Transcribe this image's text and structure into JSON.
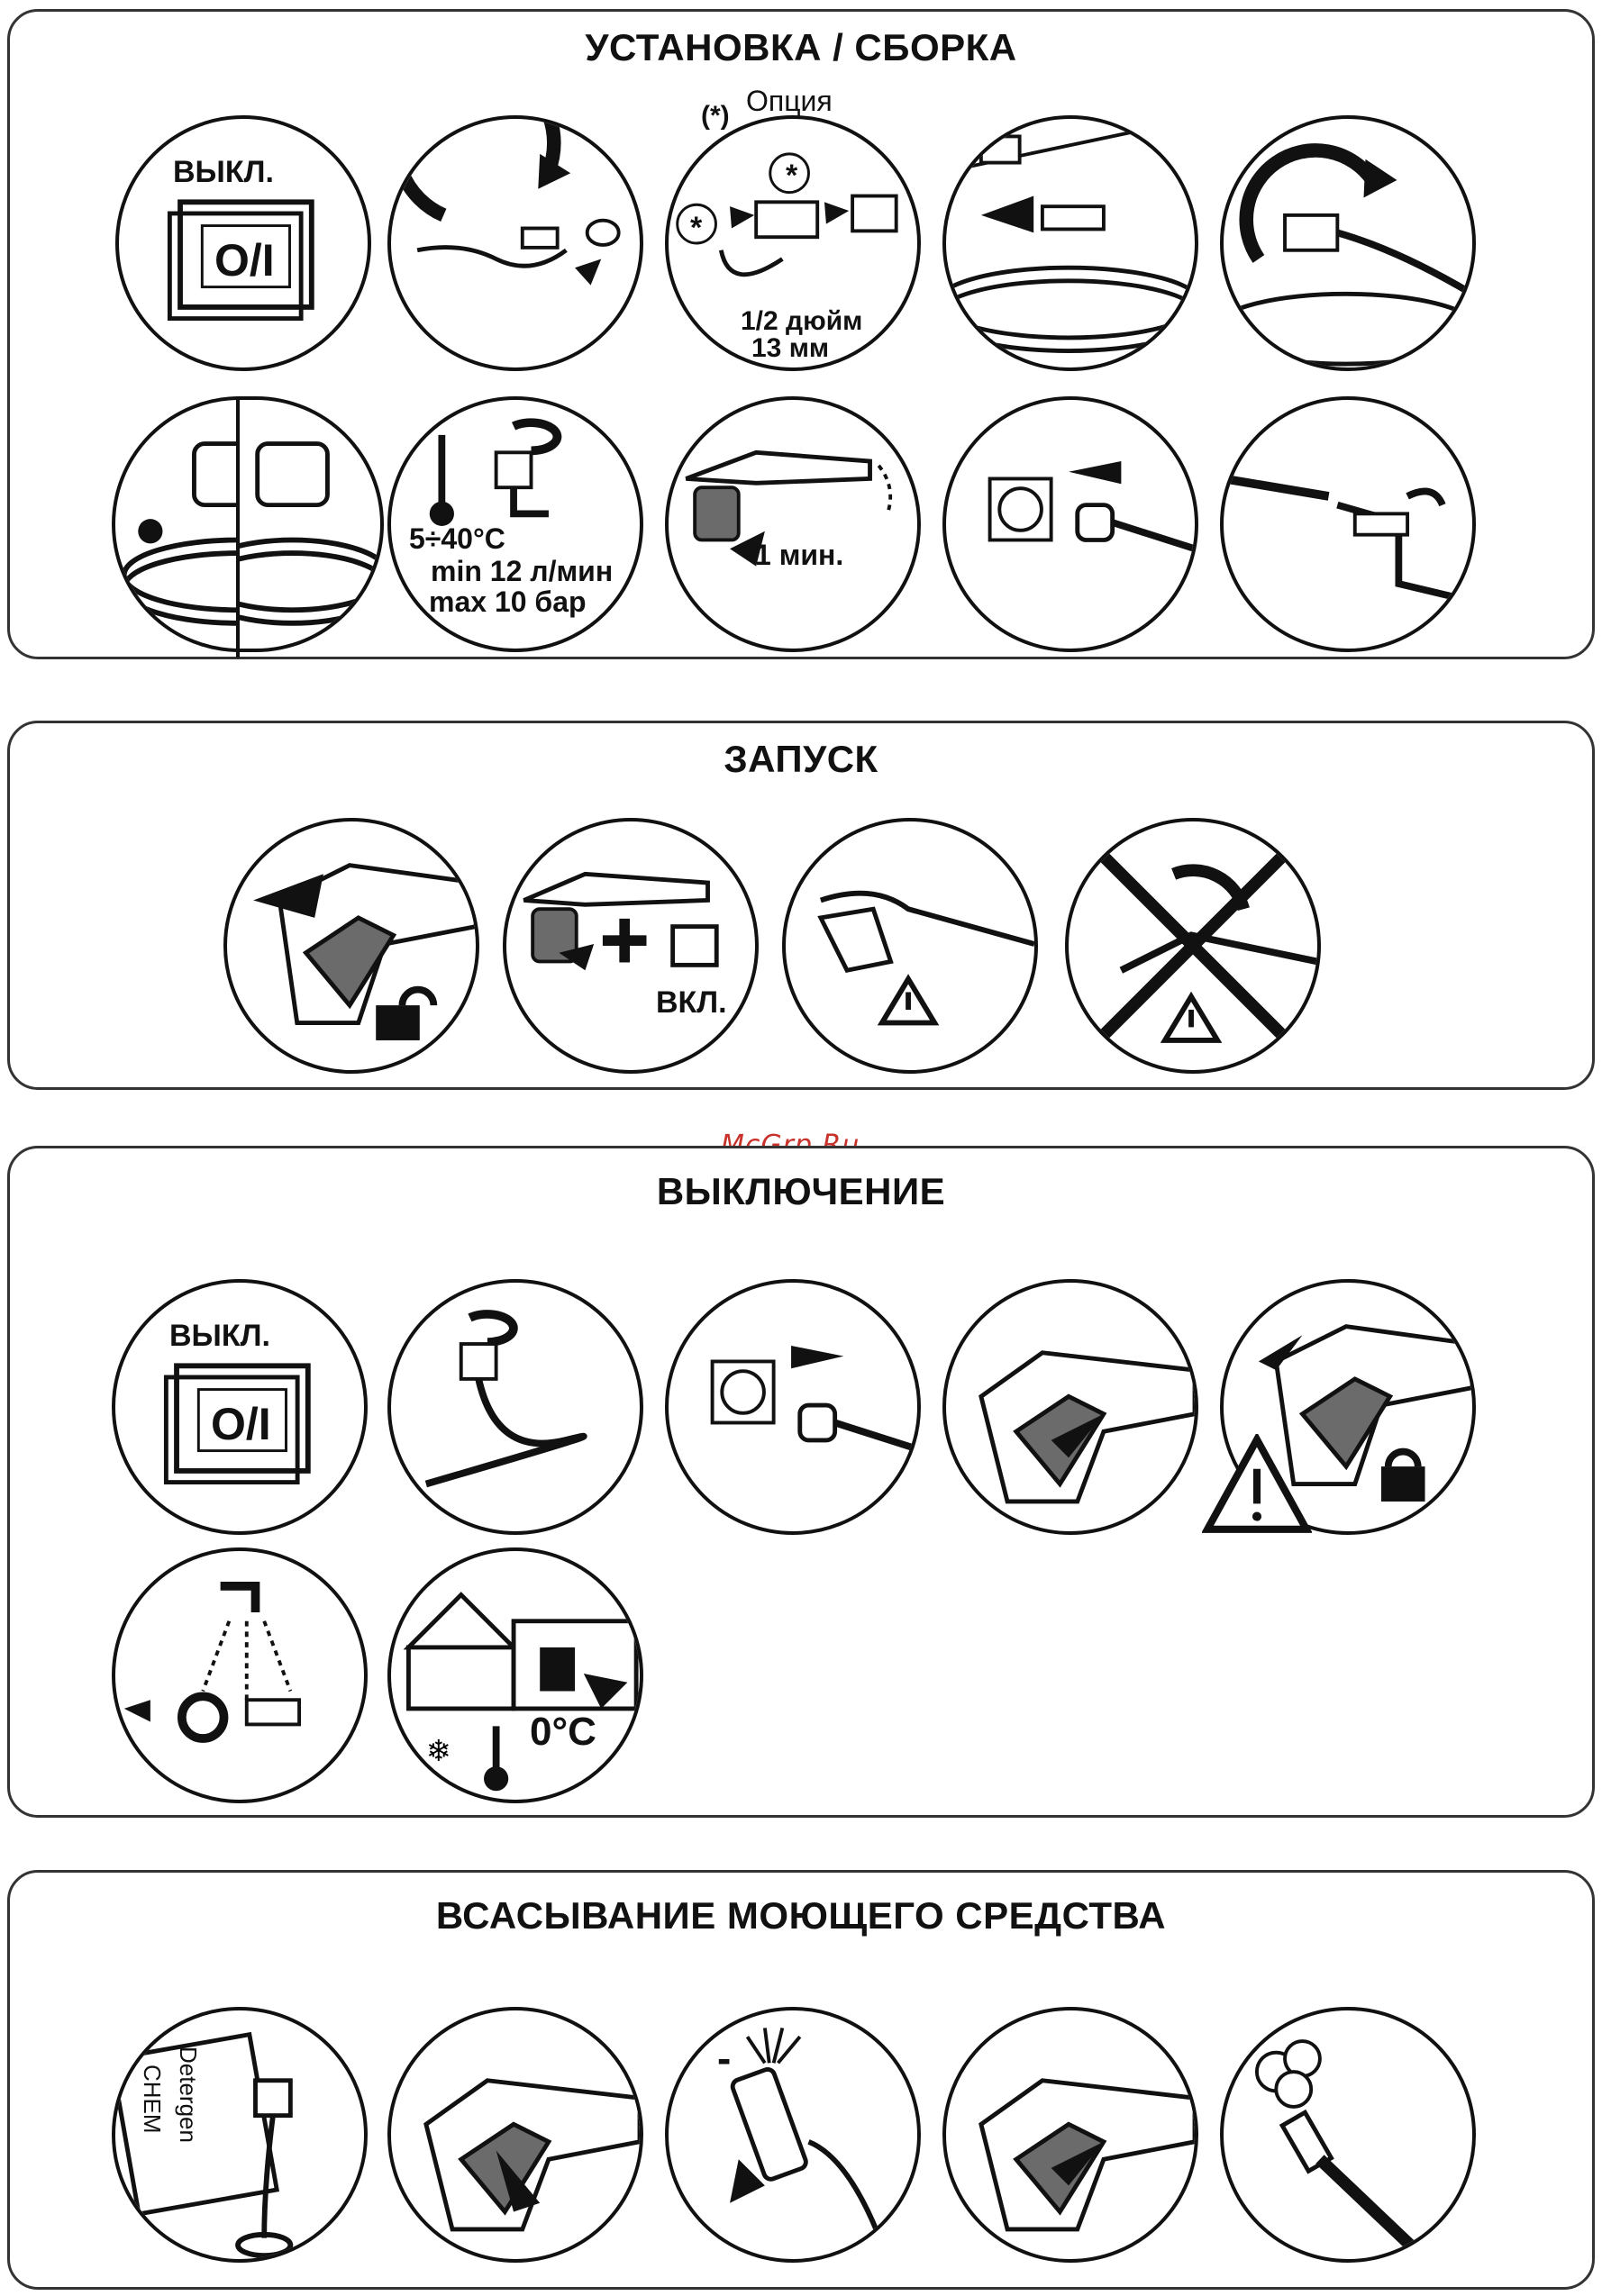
{
  "sections": {
    "install": {
      "title": "УСТАНОВКА / СБОРКА"
    },
    "start": {
      "title": "ЗАПУСК"
    },
    "shutdown": {
      "title": "ВЫКЛЮЧЕНИЕ"
    },
    "detergent": {
      "title": "ВСАСЫВАНИЕ МОЮЩЕГО СРЕДСТВА"
    }
  },
  "labels": {
    "off": "ВЫКЛ.",
    "on": "ВКЛ.",
    "switch_symbol": "O/I",
    "option_marker": "(*)",
    "option": "Опция",
    "star": "*",
    "hose_inch": "1/2 дюйм",
    "hose_mm": "13 мм",
    "temp_range": "5÷40°C",
    "min_flow": "min 12 л/мин",
    "max_pressure": "max 10 бар",
    "one_min": "1 мин.",
    "zero_c": "0°C",
    "detergent_can_1": "Detergen",
    "detergent_can_2": "CHEM",
    "minus": "-"
  },
  "watermark": "McGrp.Ru",
  "colors": {
    "ink": "#111111",
    "grey_trigger": "#6b6b6b",
    "watermark": "#c8322a"
  }
}
